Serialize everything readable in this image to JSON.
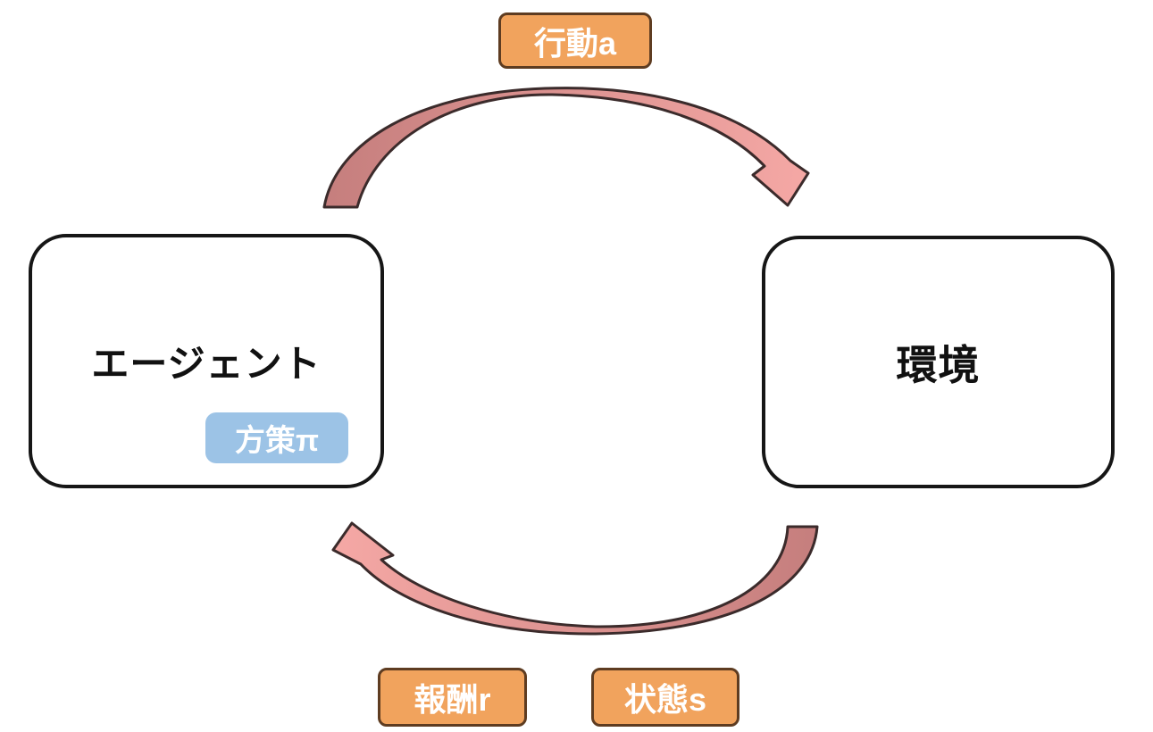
{
  "diagram": {
    "agent": {
      "label": "エージェント",
      "policy_label": "方策π"
    },
    "environment": {
      "label": "環境"
    },
    "action_label": "行動a",
    "reward_label": "報酬r",
    "state_label": "状態s",
    "arrows": [
      {
        "name": "action-arrow",
        "from": "agent",
        "to": "environment",
        "path": "top-clockwise"
      },
      {
        "name": "feedback-arrow",
        "from": "environment",
        "to": "agent",
        "path": "bottom-clockwise"
      }
    ],
    "colors": {
      "tag_fill": "#F1A35D",
      "tag_border": "#5E3C21",
      "tag_text": "#FFFFFF",
      "policy_fill": "#9CC3E6",
      "policy_text": "#FFFFFF",
      "box_border": "#161616",
      "box_fill": "#FFFFFF",
      "box_text": "#111111",
      "arrow_fill_start": "#C57E7D",
      "arrow_fill_end": "#F5A8A5",
      "arrow_outline": "#3B2B2B",
      "background": "#FFFFFF"
    }
  }
}
